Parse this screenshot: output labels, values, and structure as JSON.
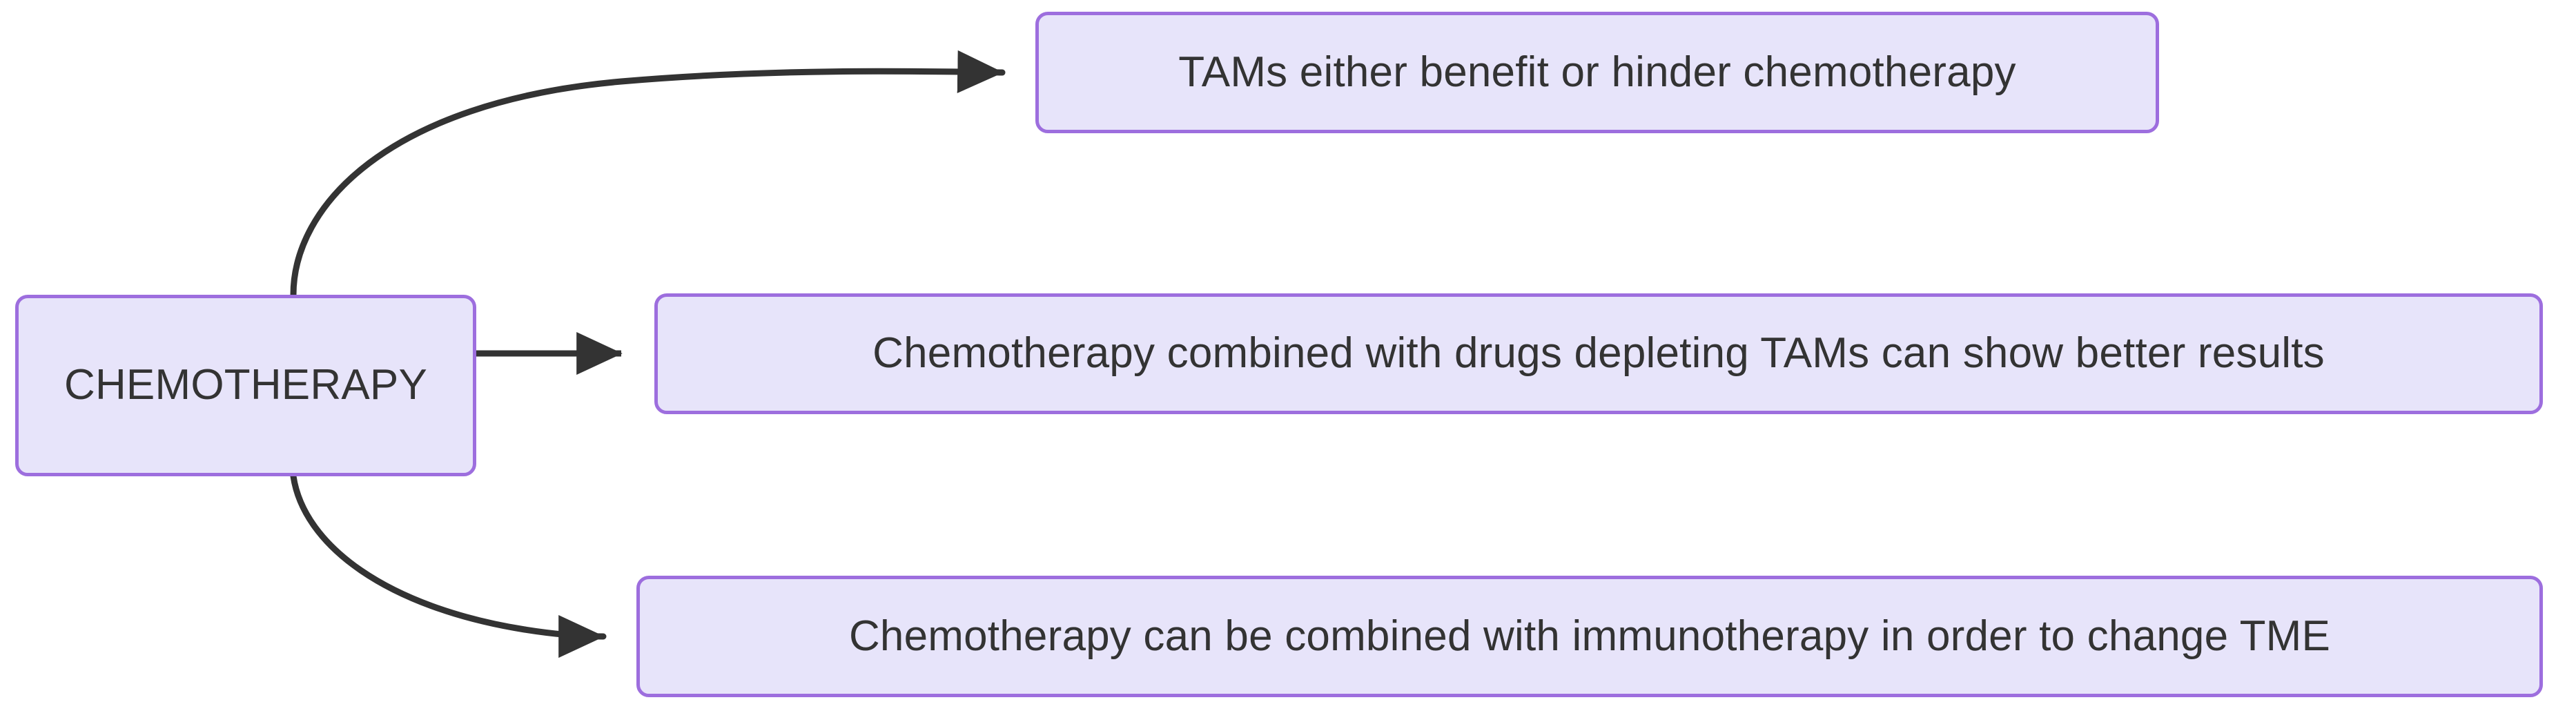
{
  "diagram": {
    "type": "flowchart",
    "direction": "left-to-right",
    "background_color": "#ffffff",
    "node_fill_color": "#e7e4fa",
    "node_border_color": "#9d6ede",
    "node_text_color": "#333333",
    "edge_color": "#333333",
    "nodes": [
      {
        "id": "root",
        "label": "CHEMOTHERAPY",
        "role": "root"
      },
      {
        "id": "tams-benefit",
        "label": "TAMs either benefit or hinder chemotherapy",
        "role": "statement"
      },
      {
        "id": "drug-depletion",
        "label": "Chemotherapy combined with drugs depleting TAMs can show better results",
        "role": "statement"
      },
      {
        "id": "immunotherapy",
        "label": "Chemotherapy can be combined with immunotherapy in order to change TME",
        "role": "statement"
      }
    ],
    "edges": [
      {
        "id": "edge-root-to-tams-benefit",
        "from": "root",
        "to": "tams-benefit",
        "label": "",
        "style": "curved",
        "arrowhead": "solid-triangle"
      },
      {
        "id": "edge-root-to-drug-depletion",
        "from": "root",
        "to": "drug-depletion",
        "label": "",
        "style": "straight",
        "arrowhead": "solid-triangle"
      },
      {
        "id": "edge-root-to-immunotherapy",
        "from": "root",
        "to": "immunotherapy",
        "label": "",
        "style": "curved",
        "arrowhead": "solid-triangle"
      }
    ]
  }
}
